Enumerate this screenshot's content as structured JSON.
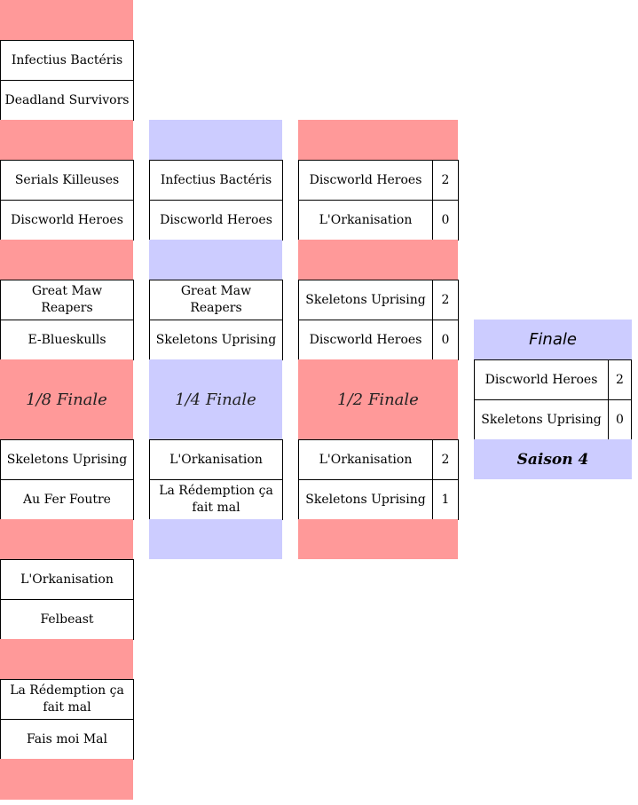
{
  "colors": {
    "round_16_and_semi": "#ff9999",
    "quarter_and_final": "#ccccff"
  },
  "round_labels": {
    "round16": "1/8 Finale",
    "quarter": "1/4 Finale",
    "semi": "1/2 Finale",
    "final": "Finale",
    "season": "Saison 4"
  },
  "round16": {
    "m1": [
      "Infectius Bactéris",
      "Deadland Survivors"
    ],
    "m2": [
      "Serials Killeuses",
      "Discworld Heroes"
    ],
    "m3": [
      "Great Maw Reapers",
      "E-Blueskulls"
    ],
    "m4": [
      "Skeletons Uprising",
      "Au Fer Foutre"
    ],
    "m5": [
      "L'Orkanisation",
      "Felbeast"
    ],
    "m6": [
      "La Rédemption ça fait mal",
      "Fais moi Mal"
    ]
  },
  "quarter": {
    "m1": [
      "Infectius Bactéris",
      "Discworld Heroes"
    ],
    "m2": [
      "Great Maw Reapers",
      "Skeletons Uprising"
    ],
    "m3": [
      "L'Orkanisation",
      "La Rédemption ça fait mal"
    ]
  },
  "semi": {
    "m1": {
      "teams": [
        "Discworld Heroes",
        "L'Orkanisation"
      ],
      "scores": [
        "2",
        "0"
      ]
    },
    "m2": {
      "teams": [
        "Skeletons Uprising",
        "Discworld Heroes"
      ],
      "scores": [
        "2",
        "0"
      ]
    },
    "m3": {
      "teams": [
        "L'Orkanisation",
        "Skeletons Uprising"
      ],
      "scores": [
        "2",
        "1"
      ]
    }
  },
  "final": {
    "teams": [
      "Discworld Heroes",
      "Skeletons Uprising"
    ],
    "scores": [
      "2",
      "0"
    ]
  }
}
